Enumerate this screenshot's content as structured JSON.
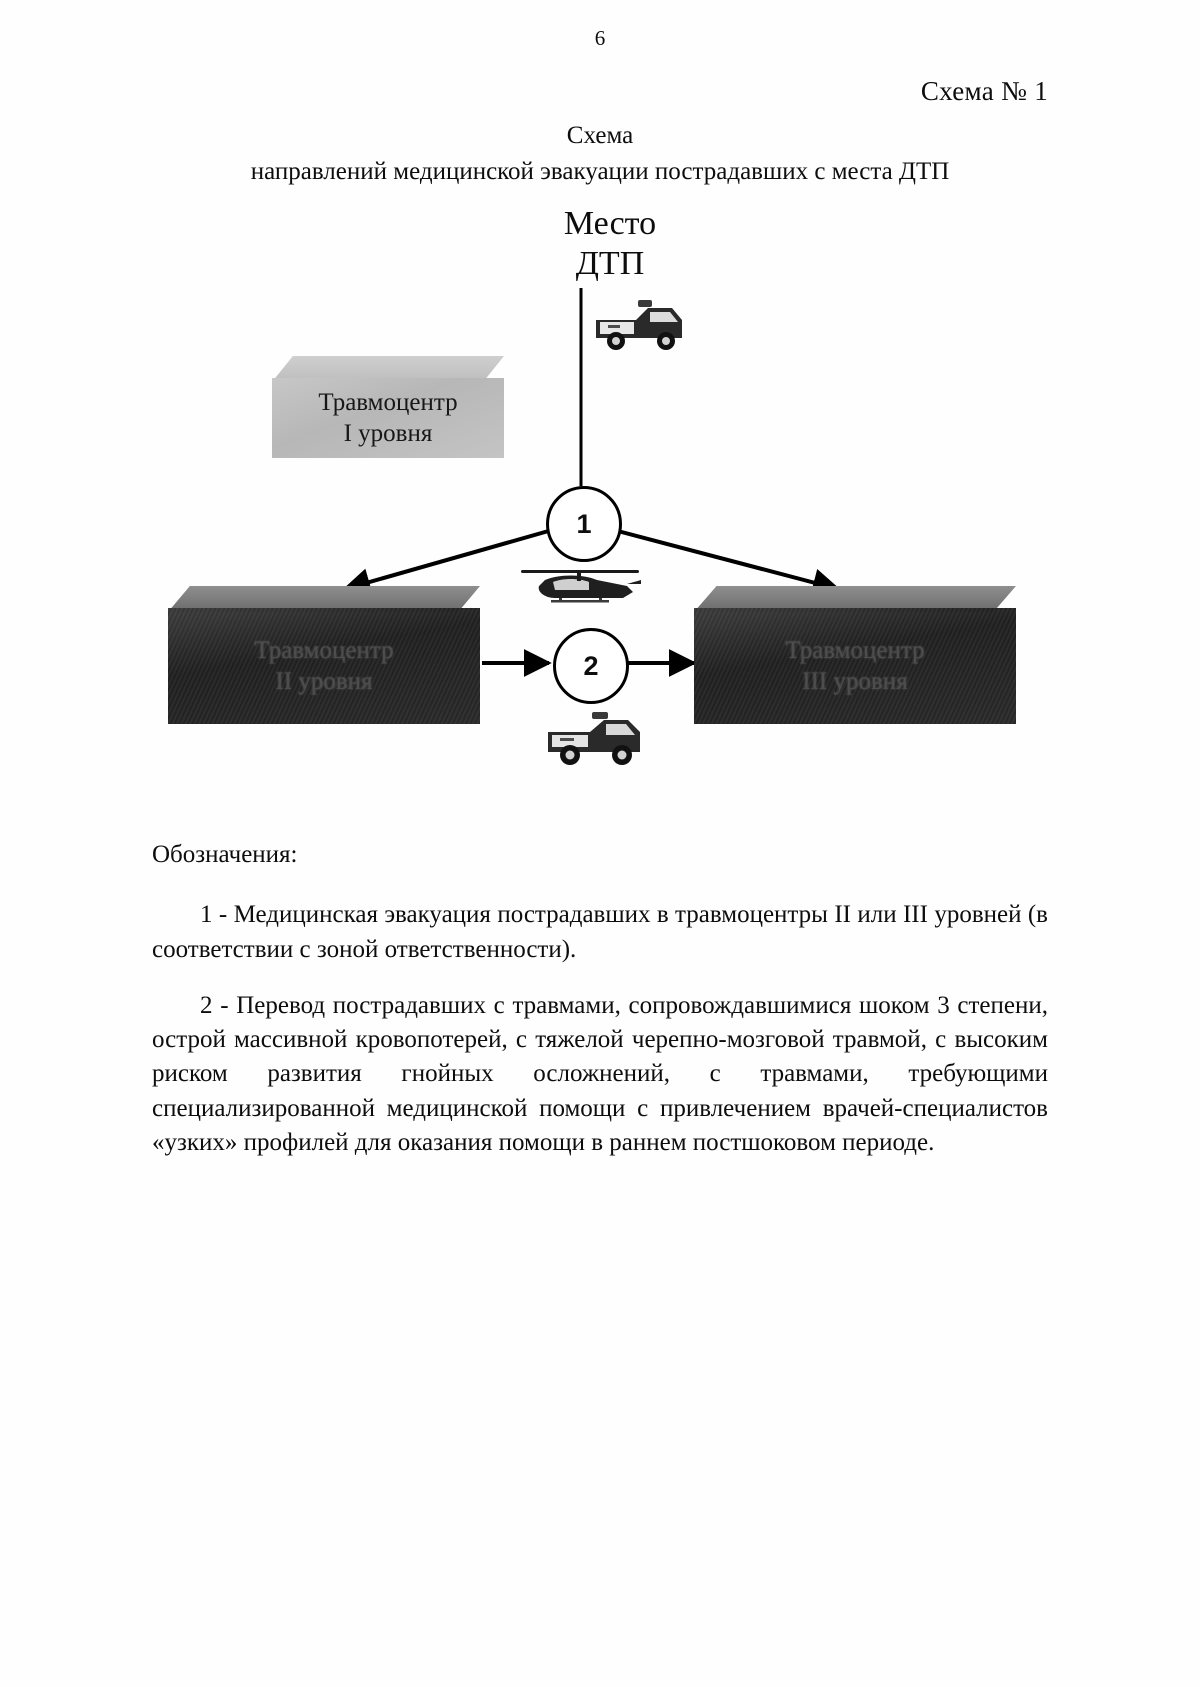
{
  "document": {
    "page_number": "6",
    "scheme_number": "Схема № 1",
    "title_line_1": "Схема",
    "title_line_2": "направлений медицинской эвакуации пострадавших с места ДТП"
  },
  "diagram": {
    "accident_site": {
      "line_1": "Место",
      "line_2": "ДТП"
    },
    "boxes": [
      {
        "line_1": "Травмоцентр",
        "line_2": "I уровня"
      },
      {
        "line_1": "Травмоцентр",
        "line_2": "II уровня"
      },
      {
        "line_1": "Травмоцентр",
        "line_2": "III уровня"
      }
    ],
    "nodes": [
      {
        "label": "1"
      },
      {
        "label": "2"
      }
    ],
    "clipart": [
      {
        "name": "ambulance-top"
      },
      {
        "name": "helicopter"
      },
      {
        "name": "ambulance-bottom"
      }
    ]
  },
  "legend": {
    "heading": "Обозначения:",
    "items": [
      "1 - Медицинская эвакуация пострадавших в травмоцентры II или III уровней (в соответствии с зоной ответственности).",
      "2 - Перевод пострадавших с травмами, сопровождавшимися шоком 3 степени, острой массивной кровопотерей, с тяжелой черепно-мозговой травмой, с высоким риском развития гнойных осложнений, с травмами, требующими специализированной медицинской помощи с привлечением врачей-специалистов «узких» профилей для оказания помощи в раннем постшоковом периоде."
    ]
  },
  "colors": {
    "page_background": "#ffffff",
    "text": "#0d0d0d",
    "box_level1_fill": "#c3c3c3",
    "box_dark_fill": "#232323",
    "line": "#000000"
  }
}
